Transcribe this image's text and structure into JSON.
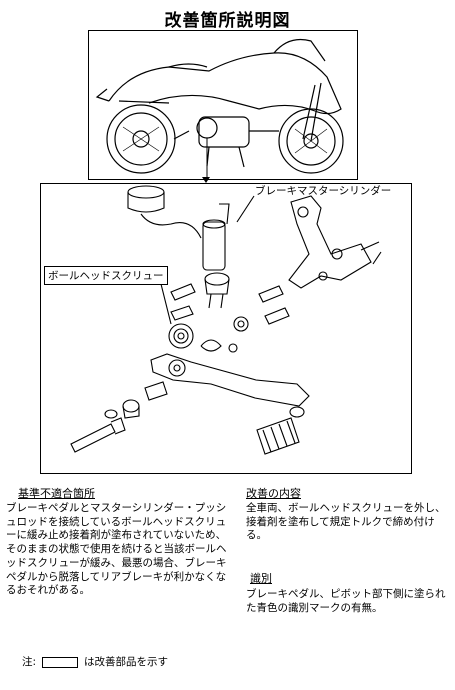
{
  "title": "改善箇所説明図",
  "callouts": {
    "master_cylinder": "ブレーキマスターシリンダー",
    "ball_head_screw": "ボールヘッドスクリュー"
  },
  "defect": {
    "heading": "基準不適合箇所",
    "body": "ブレーキペダルとマスターシリンダー・プッシュロッドを接続しているボールヘッドスクリューに緩み止め接着剤が塗布されていないため、そのままの状態で使用を続けると当該ボールヘッドスクリューが緩み、最悪の場合、ブレーキペダルから脱落してリアブレーキが利かなくなるおそれがある。"
  },
  "remedy": {
    "heading": "改善の内容",
    "body": "全車両、ボールヘッドスクリューを外し、接着剤を塗布して規定トルクで締め付ける。"
  },
  "identification": {
    "heading": "識別",
    "body": "ブレーキペダル、ピボット部下側に塗られた青色の識別マークの有無。"
  },
  "note": {
    "prefix": "注:",
    "text": "は改善部品を示す"
  }
}
